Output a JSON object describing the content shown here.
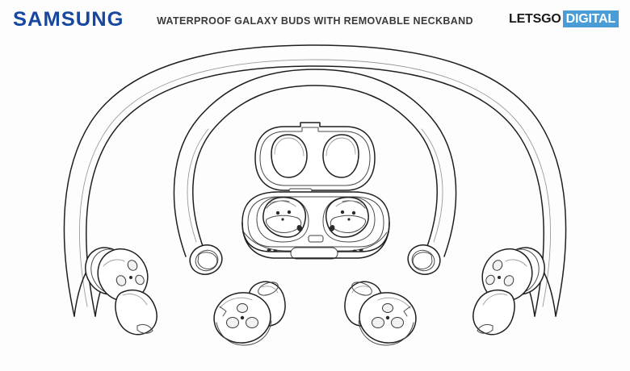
{
  "header": {
    "brand": "SAMSUNG",
    "headline": "WATERPROOF GALAXY BUDS WITH REMOVABLE NECKBAND",
    "watermark_dark": "LETSGO",
    "watermark_blue": "DIGITAL",
    "brand_color": "#17479E",
    "watermark_blue_bg": "#4A9CD6",
    "headline_color": "#3A3A3A"
  },
  "figure": {
    "type": "patent-line-drawing",
    "background_color": "#FDFDFD",
    "stroke_color": "#1F1F1F",
    "caption": "Waterproof Galaxy Buds with removable neckband",
    "components": [
      {
        "name": "outer-neckband",
        "description": "Large U-shaped outer neckband band with earbud housings at both ends"
      },
      {
        "name": "inner-neckband",
        "description": "Smaller U-shaped removable neckband cable with open connector ends"
      },
      {
        "name": "charging-case",
        "description": "Open clamshell charging case containing two earbuds"
      },
      {
        "name": "left-loose-earbud",
        "description": "Detached left earbud shown below the case"
      },
      {
        "name": "right-loose-earbud",
        "description": "Detached right earbud shown below the case"
      }
    ]
  }
}
